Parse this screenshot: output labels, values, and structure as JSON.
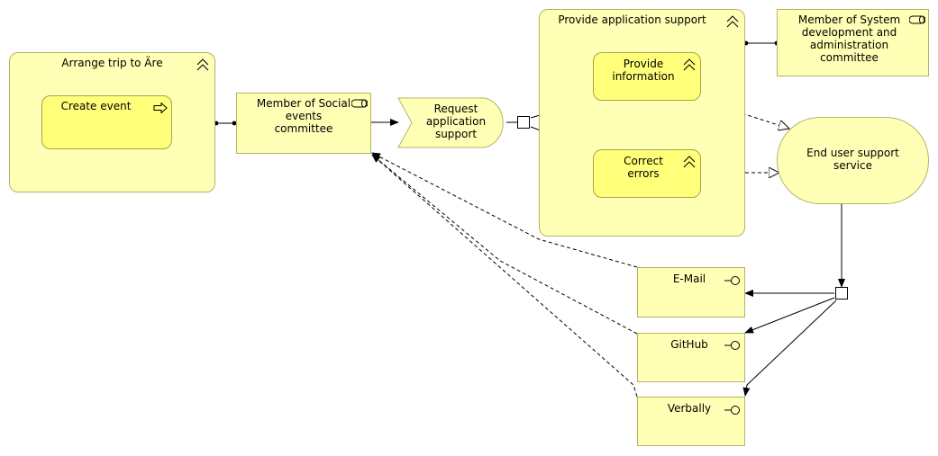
{
  "diagram": {
    "arrange_trip": {
      "label": "Arrange trip to Äre",
      "icon": "business-process-icon"
    },
    "create_event": {
      "label": "Create event",
      "icon": "business-event-arrow-icon"
    },
    "social_member": {
      "label": "Member of Social\nevents\ncommittee",
      "icon": "business-role-icon"
    },
    "request_support": {
      "label": "Request\napplication\nsupport",
      "icon": "business-event-icon"
    },
    "provide_support": {
      "label": "Provide application support",
      "icon": "business-process-icon"
    },
    "provide_info": {
      "label": "Provide\ninformation",
      "icon": "business-process-icon"
    },
    "correct_errors": {
      "label": "Correct\nerrors",
      "icon": "business-process-icon"
    },
    "system_member": {
      "label": "Member of System\ndevelopment and\nadministration\ncommittee",
      "icon": "business-role-icon"
    },
    "end_user_service": {
      "label": "End user support\nservice",
      "icon": "business-service-icon"
    },
    "email": {
      "label": "E-Mail",
      "icon": "business-interface-icon"
    },
    "github": {
      "label": "GitHub",
      "icon": "business-interface-icon"
    },
    "verbally": {
      "label": "Verbally",
      "icon": "business-interface-icon"
    }
  },
  "colors": {
    "fill_light": "#ffffb5",
    "fill_dark": "#ffff79",
    "border": "#b3b36a",
    "line": "#000000"
  }
}
